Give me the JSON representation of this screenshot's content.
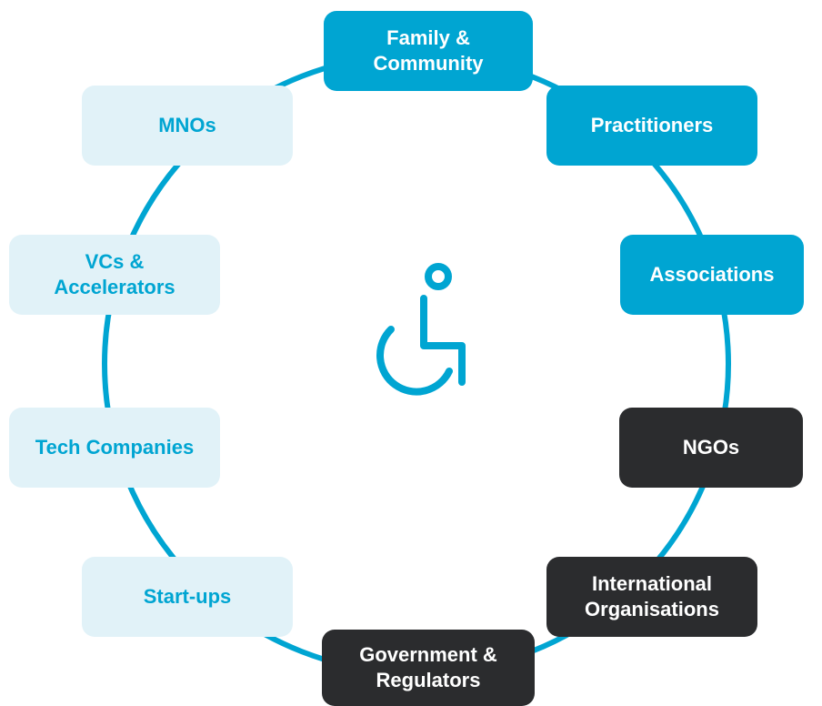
{
  "colors": {
    "accent": "#00a5d2",
    "pale": "#e1f2f8",
    "dark": "#2b2c2e",
    "ring": "#00a5d2"
  },
  "center_icon": "wheelchair-accessibility-icon",
  "nodes": [
    {
      "id": "family",
      "label": "Family &\nCommunity",
      "style": "bright"
    },
    {
      "id": "practitioners",
      "label": "Practitioners",
      "style": "bright"
    },
    {
      "id": "associations",
      "label": "Associations",
      "style": "bright"
    },
    {
      "id": "ngos",
      "label": "NGOs",
      "style": "dark"
    },
    {
      "id": "international",
      "label": "International\nOrganisations",
      "style": "dark"
    },
    {
      "id": "government",
      "label": "Government &\nRegulators",
      "style": "dark"
    },
    {
      "id": "startups",
      "label": "Start-ups",
      "style": "pale"
    },
    {
      "id": "tech",
      "label": "Tech Companies",
      "style": "pale"
    },
    {
      "id": "vcs",
      "label": "VCs &\nAccelerators",
      "style": "pale"
    },
    {
      "id": "mnos",
      "label": "MNOs",
      "style": "pale"
    }
  ]
}
